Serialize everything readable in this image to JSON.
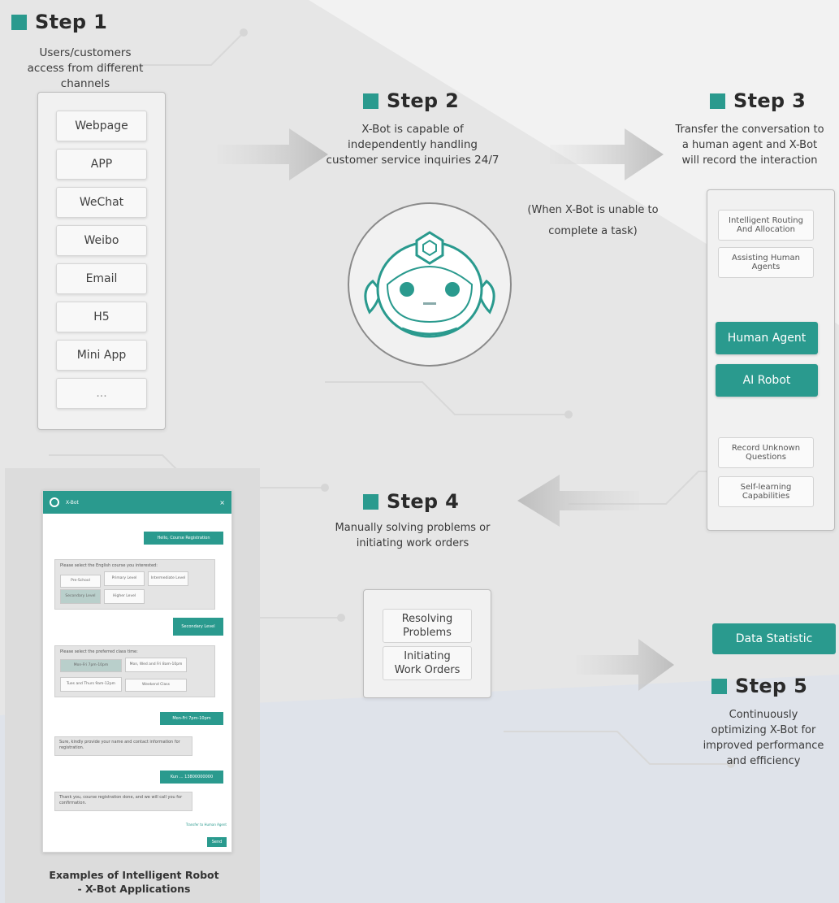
{
  "colors": {
    "accent": "#2a9a8e",
    "background": "#ececec",
    "text": "#333333"
  },
  "step1": {
    "title": "Step 1",
    "description": "Users/customers\naccess from different\nchannels",
    "channels": [
      "Webpage",
      "APP",
      "WeChat",
      "Weibo",
      "Email",
      "H5",
      "Mini App",
      "..."
    ]
  },
  "step2": {
    "title": "Step 2",
    "description": "X-Bot is capable of\nindependently handling\ncustomer service inquiries 24/7",
    "robot_icon": "robot-mascot-icon"
  },
  "transfer_note": "(When X-Bot is unable to\ncomplete a task)",
  "step3": {
    "title": "Step 3",
    "description": "Transfer the conversation to\na human agent and X-Bot\nwill record the interaction",
    "features_top": [
      "Intelligent Routing\nAnd Allocation",
      "Assisting Human\nAgents"
    ],
    "human_agent": "Human Agent",
    "ai_robot": "AI Robot",
    "features_bottom": [
      "Record Unknown\nQuestions",
      "Self-learning\nCapabilities"
    ]
  },
  "step4": {
    "title": "Step 4",
    "description": "Manually solving problems or\ninitiating work orders",
    "actions": [
      "Resolving\nProblems",
      "Initiating\nWork Orders"
    ]
  },
  "step5": {
    "title": "Step 5",
    "description": "Continuously\noptimizing X-Bot for\nimproved performance\nand efficiency",
    "data_statistic": "Data Statistic"
  },
  "example": {
    "caption": "Examples of Intelligent Robot\n- X-Bot Applications",
    "chat": {
      "header_title": "X-Bot",
      "messages": {
        "m1": "Hello, Course Registration",
        "q1": "Please select the English course you interested:",
        "q1_options": [
          "Pre-School",
          "Primary Level",
          "Intermediate Level",
          "Secondary Level",
          "Higher Level"
        ],
        "m2": "Secondary Level",
        "q2": "Please select the preferred class time:",
        "q2_options": [
          "Mon-Fri 7pm-10pm",
          "Mon, Wed and Fri 8am-10pm",
          "Tues and Thurs 9am-12pm",
          "Weekend Class"
        ],
        "m3": "Mon-Fri 7pm-10pm",
        "a3": "Sure, kindly provide your name and contact information for registration.",
        "m4": "Kun ... 13800000000",
        "a4": "Thank you, course registration done, and we will call you for confirmation.",
        "transfer_link": "Transfer to Human Agent",
        "send": "Send"
      }
    }
  }
}
